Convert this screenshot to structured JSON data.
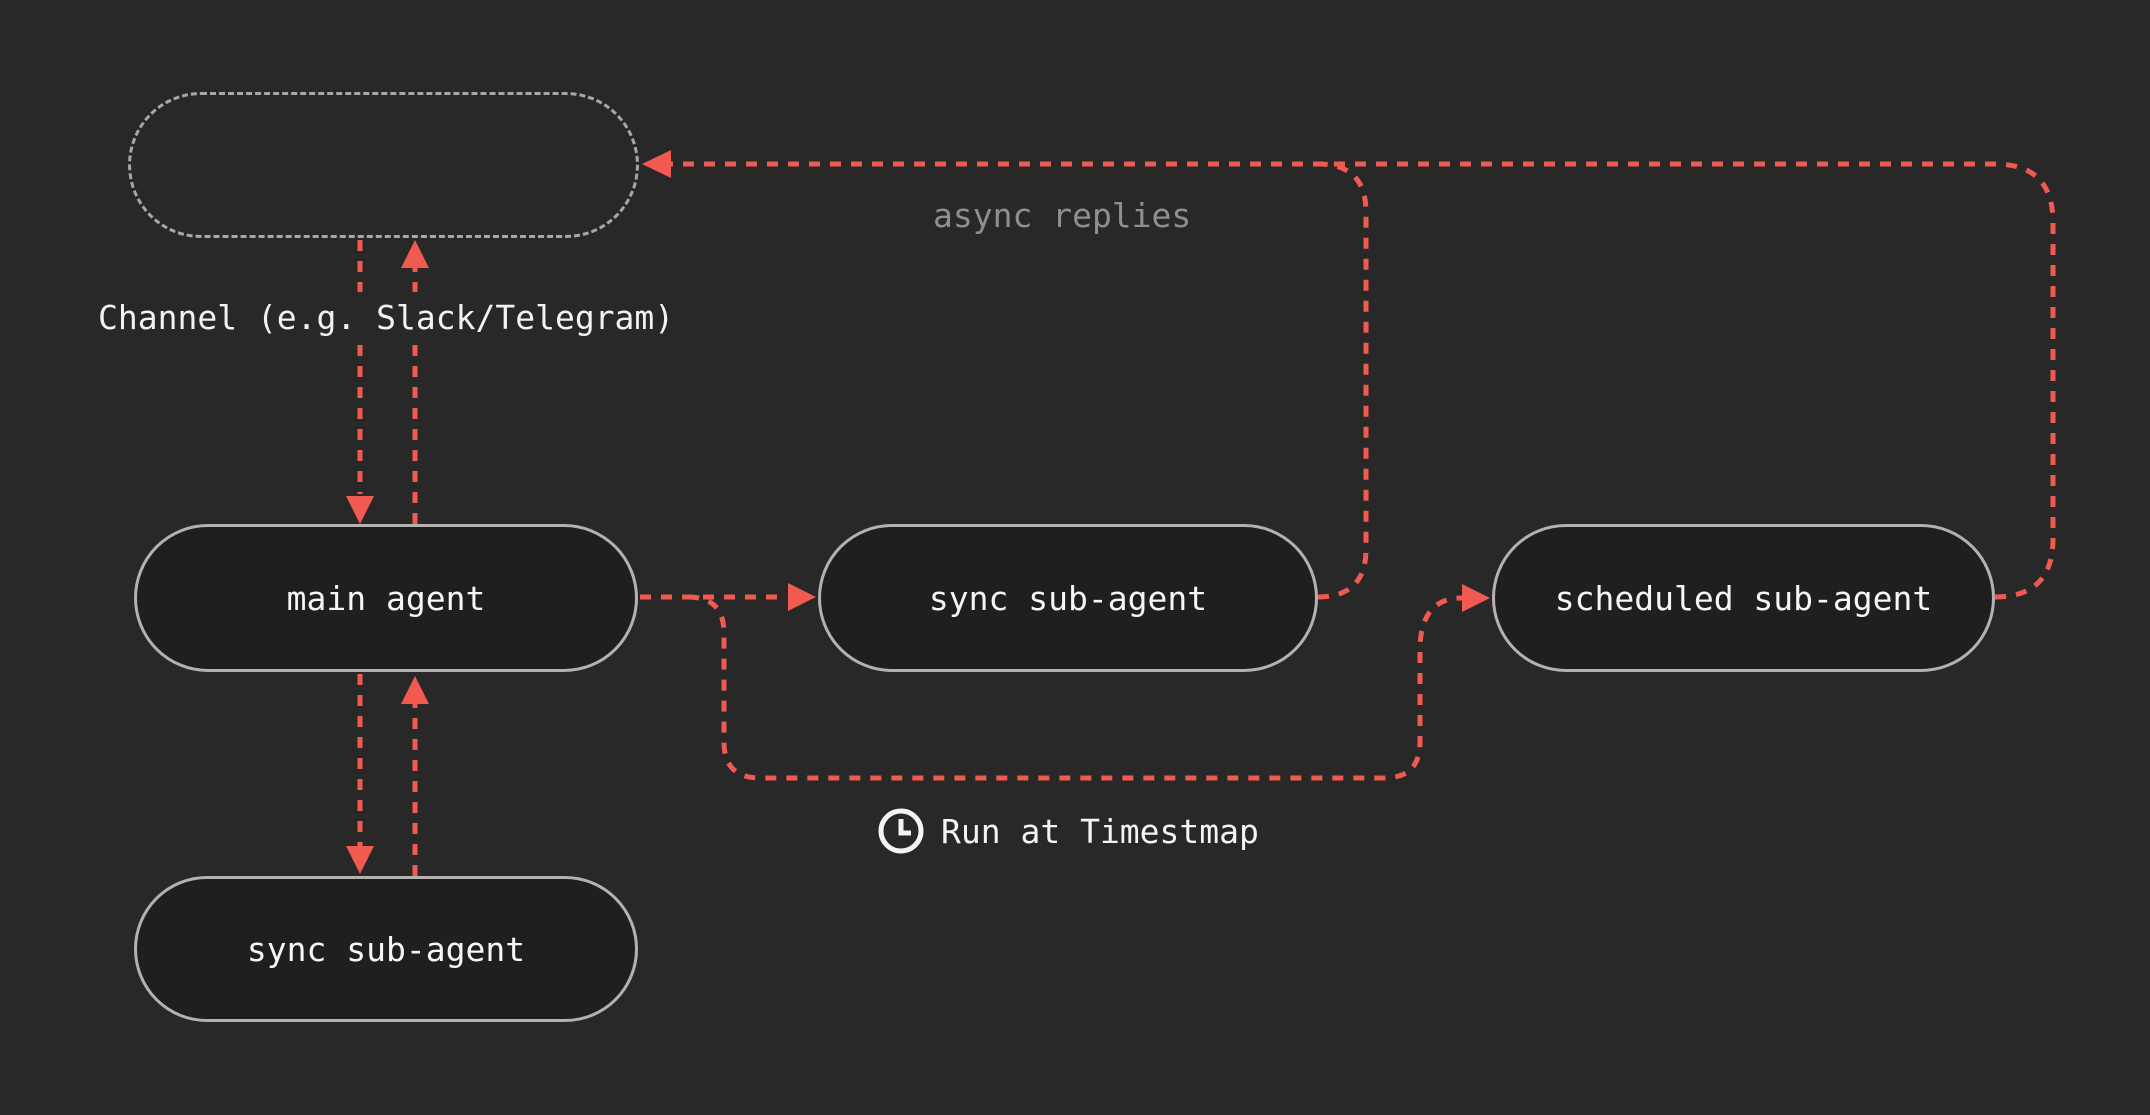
{
  "diagram": {
    "title": "agent channel flow diagram",
    "background": "#282828",
    "colors": {
      "node_fill": "#1f1f1f",
      "node_border": "#b4b1ae",
      "channel_border_dashed": "#a7a7a7",
      "edge_red": "#f05a50",
      "text_primary": "#f5f4f2",
      "text_muted": "#8f8f8f"
    },
    "nodes": {
      "channel": {
        "label": "",
        "style": "dashed-outline"
      },
      "main_agent": {
        "label": "main agent"
      },
      "sync_sub_agent_right": {
        "label": "sync sub-agent"
      },
      "scheduled_sub_agent": {
        "label": "scheduled sub-agent"
      },
      "sync_sub_agent_bottom": {
        "label": "sync sub-agent"
      }
    },
    "labels": {
      "channel_caption": "Channel (e.g. Slack/Telegram)",
      "async_replies": "async replies",
      "run_at": "Run at Timestmap"
    },
    "icons": {
      "run_at": "clock-icon"
    },
    "edges": [
      {
        "name": "async-reply-loop",
        "from": "scheduled_sub_agent.right",
        "to": "channel.right",
        "arrow": "into-channel"
      },
      {
        "name": "async-reply-join",
        "from": "sync_sub_agent_right.right",
        "to": "async-reply-loop"
      },
      {
        "name": "channel-to-main",
        "from": "channel.bottom",
        "to": "main_agent.top",
        "arrow": "down"
      },
      {
        "name": "main-to-channel",
        "from": "main_agent.top",
        "to": "channel.bottom",
        "arrow": "up"
      },
      {
        "name": "main-to-sync-mid",
        "from": "main_agent.right",
        "to": "sync_sub_agent_right.left",
        "arrow": "right"
      },
      {
        "name": "main-to-scheduled",
        "from": "main_agent.right",
        "to": "scheduled_sub_agent.left",
        "arrow": "right",
        "label": "run_at"
      },
      {
        "name": "main-to-sync-bottom",
        "from": "main_agent.bottom",
        "to": "sync_sub_agent_bottom.top",
        "arrow": "down"
      },
      {
        "name": "sync-bottom-to-main",
        "from": "sync_sub_agent_bottom.top",
        "to": "main_agent.bottom",
        "arrow": "up"
      }
    ]
  }
}
